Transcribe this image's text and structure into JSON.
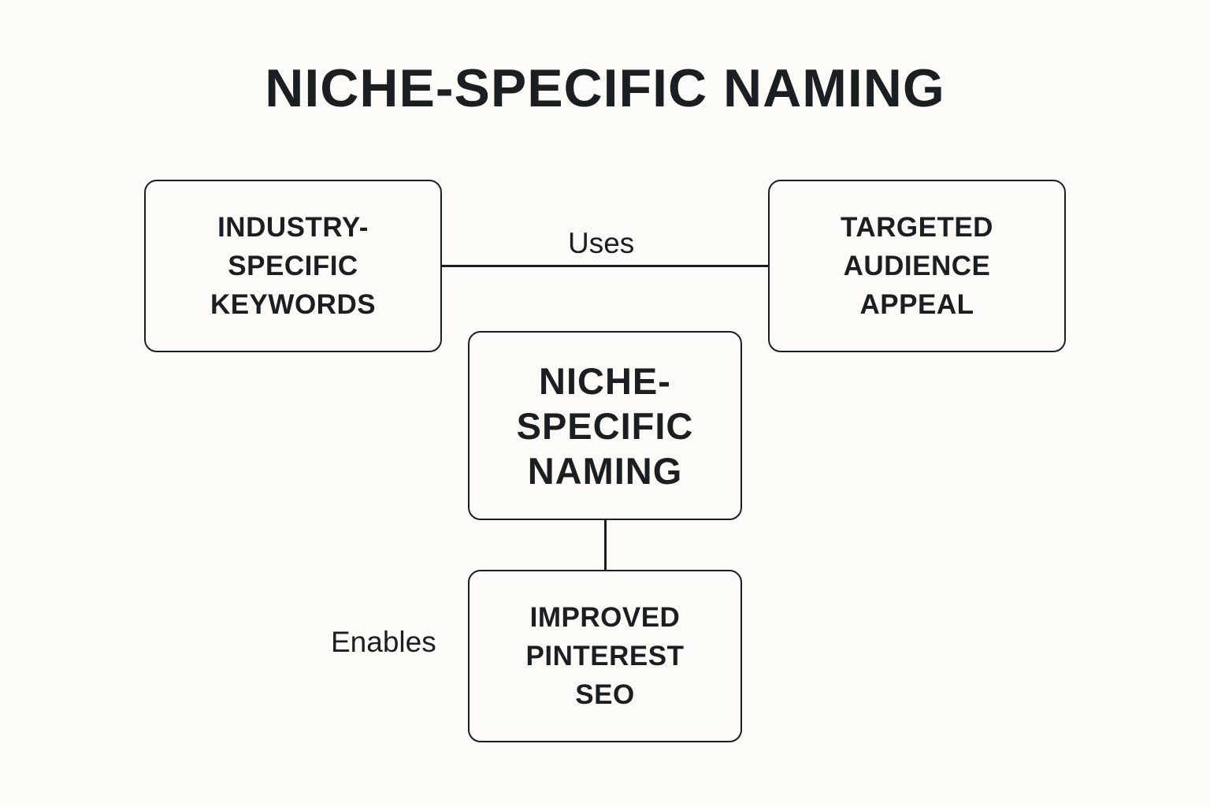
{
  "title": "NICHE-SPECIFIC NAMING",
  "nodes": {
    "keywords": "INDUSTRY-\nSPECIFIC\nKEYWORDS",
    "audience": "TARGETED\nAUDIENCE\nAPPEAL",
    "center": "NICHE-\nSPECIFIC\nNAMING",
    "seo": "IMPROVED\nPINTEREST\nSEO"
  },
  "edges": {
    "uses": "Uses",
    "enables": "Enables"
  }
}
